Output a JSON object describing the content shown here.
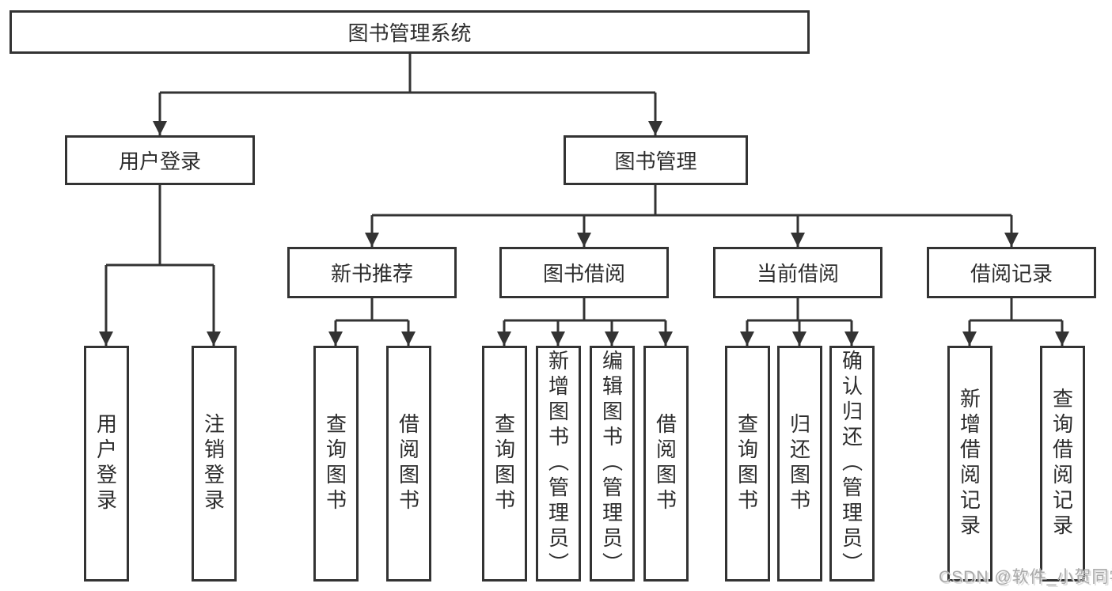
{
  "title": "图书管理系统",
  "tree": {
    "root": {
      "label": "图书管理系统"
    },
    "branches": [
      {
        "label": "用户登录",
        "children": [
          "用户登录",
          "注销登录"
        ]
      },
      {
        "label": "图书管理",
        "children": [
          {
            "label": "新书推荐",
            "children": [
              "查询图书",
              "借阅图书"
            ]
          },
          {
            "label": "图书借阅",
            "children": [
              "查询图书",
              "新增图书（管理员）",
              "编辑图书（管理员）",
              "借阅图书"
            ]
          },
          {
            "label": "当前借阅",
            "children": [
              "查询图书",
              "归还图书",
              "确认归还（管理员）"
            ]
          },
          {
            "label": "借阅记录",
            "children": [
              "新增借阅记录",
              "查询借阅记录"
            ]
          }
        ]
      }
    ]
  },
  "watermark": "CSDN @软件_小贺同学",
  "colors": {
    "line": "#333333",
    "text": "#2d2d2d",
    "background": "#ffffff",
    "watermark": "#a9a9a9"
  }
}
